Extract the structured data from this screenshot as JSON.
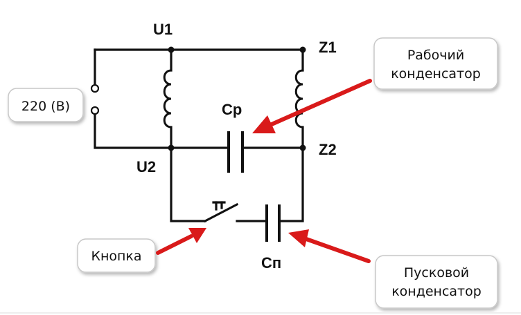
{
  "nodes": {
    "u1": "U1",
    "u2": "U2",
    "z1": "Z1",
    "z2": "Z2"
  },
  "components": {
    "run_capacitor": "Cp",
    "start_capacitor": "Cп",
    "supply": "220 (В)"
  },
  "callouts": {
    "run_capacitor_line1": "Рабочий",
    "run_capacitor_line2": "конденсатор",
    "start_capacitor_line1": "Пусковой",
    "start_capacitor_line2": "конденсатор",
    "button": "Кнопка"
  },
  "colors": {
    "wire": "#111111",
    "arrow": "#d91a1a",
    "bubble_border": "#c8c8c8"
  }
}
